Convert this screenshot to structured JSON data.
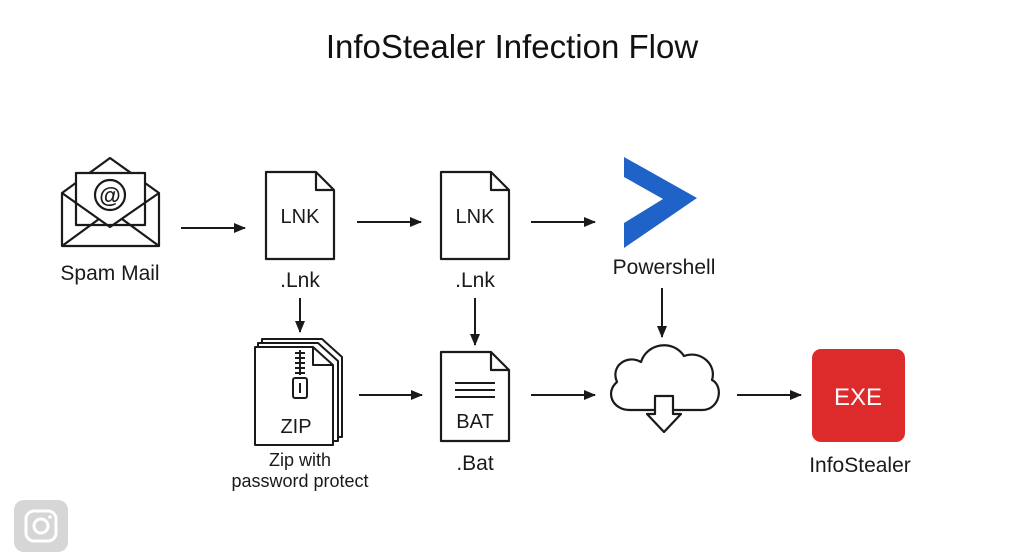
{
  "title": "InfoStealer Infection Flow",
  "nodes": {
    "spam_mail": {
      "icon": "envelope-at-icon",
      "glyph": "@",
      "label": "Spam Mail"
    },
    "lnk_1": {
      "icon": "file-icon",
      "file_text": "LNK",
      "label": ".Lnk"
    },
    "lnk_2": {
      "icon": "file-icon",
      "file_text": "LNK",
      "label": ".Lnk"
    },
    "powershell": {
      "icon": "powershell-chevron-icon",
      "label": "Powershell"
    },
    "zip": {
      "icon": "zip-archive-icon",
      "file_text": "ZIP",
      "label_line1": "Zip with",
      "label_line2": "password protect"
    },
    "bat": {
      "icon": "batch-file-icon",
      "file_text": "BAT",
      "label": ".Bat"
    },
    "cloud": {
      "icon": "cloud-download-icon"
    },
    "infostealer": {
      "icon": "exe-badge-icon",
      "file_text": "EXE",
      "label": "InfoStealer"
    }
  },
  "colors": {
    "powershell_blue": "#1f63c9",
    "exe_red": "#dd2a2a",
    "stroke": "#1a1a1a"
  }
}
